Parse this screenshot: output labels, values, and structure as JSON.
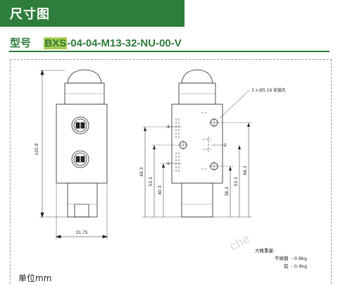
{
  "header": {
    "title": "尺寸图"
  },
  "model": {
    "label": "型号",
    "code_prefix": "BXS",
    "code_suffix": "-04-04-M13-32-NU-00-V"
  },
  "dimensions": {
    "side_height": "105.9",
    "width": "31.75",
    "mount_holes": "3 x Ø5.16 安装孔",
    "port_3": "3",
    "port_2": "2",
    "port_1": "1",
    "h_66_3": "66.3",
    "h_53_3_left": "53.3",
    "h_40_3": "40.3",
    "h_38_3": "38.3",
    "h_53_3_right": "53.3",
    "h_68_3": "68.3"
  },
  "weights": {
    "heading": "大概重量:",
    "rows": [
      {
        "material": "不锈钢",
        "value": "- 0.8kg"
      },
      {
        "material": "铝",
        "value": "- 0.4kg"
      }
    ]
  },
  "unit": "单位mm",
  "watermark": "che"
}
